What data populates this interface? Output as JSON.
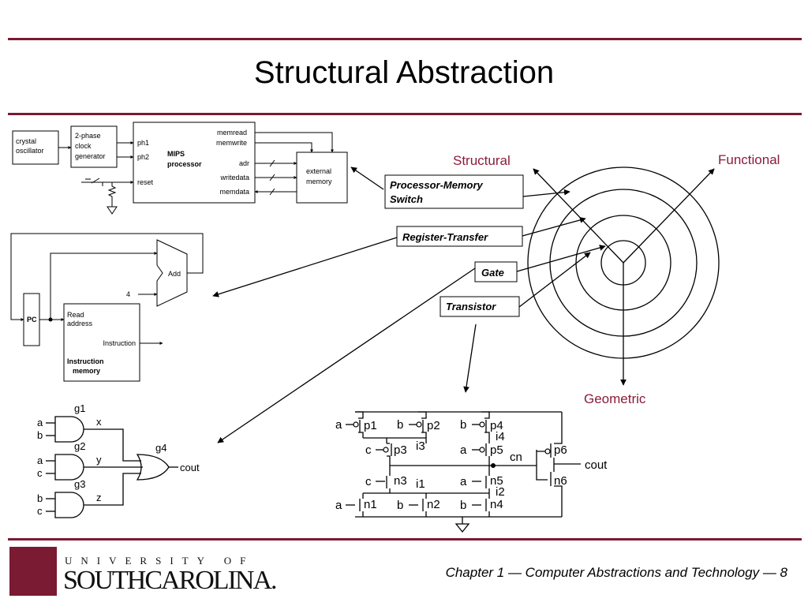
{
  "slide": {
    "title": "Structural Abstraction",
    "footer": "Chapter 1 — Computer Abstractions and Technology — 8"
  },
  "logo": {
    "line1": "UNIVERSITY OF",
    "line2": "SOUTHCAROLINA."
  },
  "colors": {
    "rule": "#7a1a33",
    "axis_label": "#8b1c3a"
  },
  "mips_diagram": {
    "crystal_oscillator": [
      "crystal",
      "oscillator"
    ],
    "clock_generator": [
      "2-phase",
      "clock",
      "generator"
    ],
    "processor_title": [
      "MIPS",
      "processor"
    ],
    "inputs": [
      "ph1",
      "ph2",
      "reset"
    ],
    "outputs": [
      "memread",
      "memwrite",
      "adr",
      "writedata",
      "memdata"
    ],
    "external_memory": [
      "external",
      "memory"
    ]
  },
  "datapath": {
    "adder": "Add",
    "constant": "4",
    "pc": "PC",
    "read_address": [
      "Read",
      "address"
    ],
    "instruction": "Instruction",
    "memory_name": [
      "Instruction",
      "memory"
    ]
  },
  "gates": {
    "g1": "g1",
    "g2": "g2",
    "g3": "g3",
    "g4": "g4",
    "g1_inputs": [
      "a",
      "b"
    ],
    "g2_inputs": [
      "a",
      "c"
    ],
    "g3_inputs": [
      "b",
      "c"
    ],
    "x": "x",
    "y": "y",
    "z": "z",
    "output": "cout"
  },
  "y_chart": {
    "structural": "Structural",
    "functional": "Functional",
    "geometric": "Geometric",
    "levels": [
      "Processor-Memory",
      "Switch",
      "Register-Transfer",
      "Gate",
      "Transistor"
    ]
  },
  "transistors": {
    "labels": [
      "p1",
      "p2",
      "p4",
      "i4",
      "p3",
      "i3",
      "p5",
      "cn",
      "p6",
      "n3",
      "i1",
      "n5",
      "i2",
      "n6",
      "n1",
      "n2",
      "n4"
    ],
    "inputs": [
      "a",
      "b",
      "b",
      "c",
      "a",
      "c",
      "a",
      "a",
      "b",
      "b"
    ],
    "output": "cout"
  }
}
